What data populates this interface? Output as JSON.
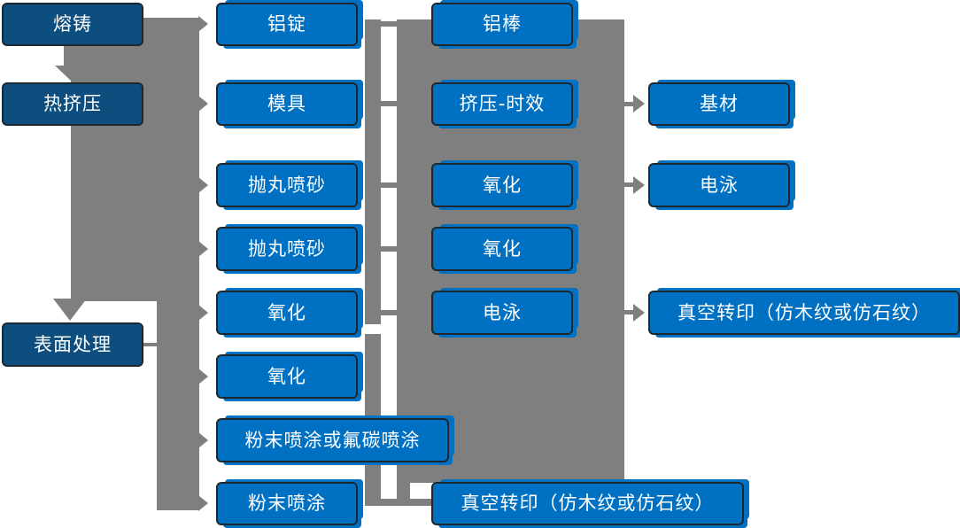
{
  "nodes": {
    "col1": [
      "熔铸",
      "热挤压",
      "表面处理"
    ],
    "col2": [
      "铝锭",
      "模具",
      "抛丸喷砂",
      "抛丸喷砂",
      "氧化",
      "氧化",
      "粉末喷涂或氟碳喷涂",
      "粉末喷涂"
    ],
    "col3": [
      "铝棒",
      "挤压-时效",
      "氧化",
      "氧化",
      "电泳",
      "真空转印（仿木纹或仿石纹）"
    ],
    "col4": [
      "基材",
      "电泳",
      "真空转印（仿木纹或仿石纹）"
    ]
  },
  "colors": {
    "dark_box": "#0e4e7e",
    "blue_box": "#0071c2",
    "connector_gray": "#7f7f7f",
    "box_border": "#1d2730",
    "text": "#ffffff"
  }
}
